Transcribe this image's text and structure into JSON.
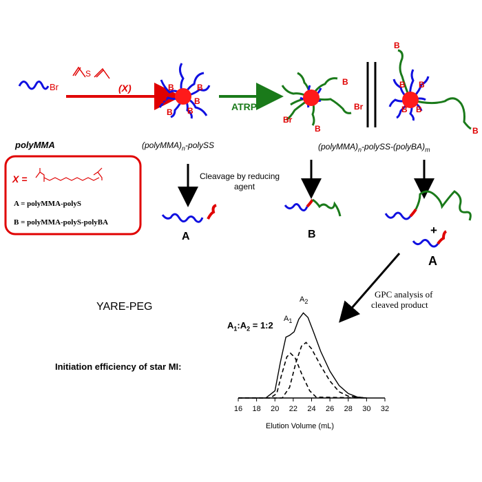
{
  "labels": {
    "br_start": "Br",
    "crosslinker_symbol": "S",
    "crosslinker_x": "(X)",
    "atrp": "ATRP",
    "b_char": "B",
    "br_char": "Br",
    "polymma": "polyMMA",
    "star_polyss": "(polyMMA)",
    "star_polyss_n": "n",
    "star_polyss_tail": "-polySS",
    "star_ba": "(polyMMA)",
    "star_ba_n": "n",
    "star_ba_mid": "-polySS-(polyBA)",
    "star_ba_m": "m",
    "cleavage_line1": "Cleavage by reducing",
    "cleavage_line2": "agent",
    "product_a": "A",
    "product_b": "B",
    "plus": "+",
    "gpc_line1": "GPC analysis of",
    "gpc_line2": "cleaved product",
    "watermark": "YARE-PEG",
    "initiation": "Initiation efficiency of star MI:"
  },
  "legend_box": {
    "x_eq": "X =",
    "a_def": "A = polyMMA-polyS",
    "b_def": "B = polyMMA-polyS-polyBA"
  },
  "colors": {
    "blue_chain": "#1010e0",
    "green_chain": "#1a7a1a",
    "red": "#e00000",
    "core": "#ff1a1a"
  },
  "chart_data": {
    "type": "line",
    "xlabel": "Elution Volume (mL)",
    "xlim": [
      16,
      32
    ],
    "x_ticks": [
      16,
      18,
      20,
      22,
      24,
      26,
      28,
      30,
      32
    ],
    "ratio_label": "A",
    "ratio_text": "A1:A2 = 1:2",
    "ratio_a1": "A",
    "ratio_sub1": "1",
    "ratio_colon": ":A",
    "ratio_sub2": "2",
    "ratio_tail": " = 1:2",
    "peak1_label": "A",
    "peak1_sub": "1",
    "peak2_label": "A",
    "peak2_sub": "2",
    "series": [
      {
        "style": "solid",
        "values": [
          [
            16,
            0
          ],
          [
            19,
            0
          ],
          [
            20,
            0.08
          ],
          [
            20.6,
            0.4
          ],
          [
            21.2,
            0.68
          ],
          [
            21.6,
            0.7
          ],
          [
            22.1,
            0.74
          ],
          [
            22.6,
            0.88
          ],
          [
            23.1,
            0.95
          ],
          [
            23.6,
            0.9
          ],
          [
            24.2,
            0.74
          ],
          [
            25,
            0.52
          ],
          [
            26,
            0.3
          ],
          [
            27,
            0.14
          ],
          [
            28,
            0.05
          ],
          [
            29,
            0.01
          ],
          [
            30,
            0
          ]
        ]
      },
      {
        "style": "dashed",
        "values": [
          [
            16,
            0
          ],
          [
            19.5,
            0
          ],
          [
            20.2,
            0.05
          ],
          [
            20.7,
            0.25
          ],
          [
            21.3,
            0.46
          ],
          [
            21.7,
            0.5
          ],
          [
            22.2,
            0.45
          ],
          [
            23,
            0.25
          ],
          [
            23.8,
            0.08
          ],
          [
            24.5,
            0.01
          ],
          [
            30,
            0
          ]
        ]
      },
      {
        "style": "dashed",
        "values": [
          [
            16,
            0
          ],
          [
            20.8,
            0
          ],
          [
            21.6,
            0.12
          ],
          [
            22.3,
            0.4
          ],
          [
            22.9,
            0.58
          ],
          [
            23.4,
            0.62
          ],
          [
            24.0,
            0.55
          ],
          [
            25,
            0.36
          ],
          [
            26,
            0.19
          ],
          [
            27,
            0.07
          ],
          [
            28,
            0.02
          ],
          [
            30,
            0
          ]
        ]
      }
    ]
  }
}
